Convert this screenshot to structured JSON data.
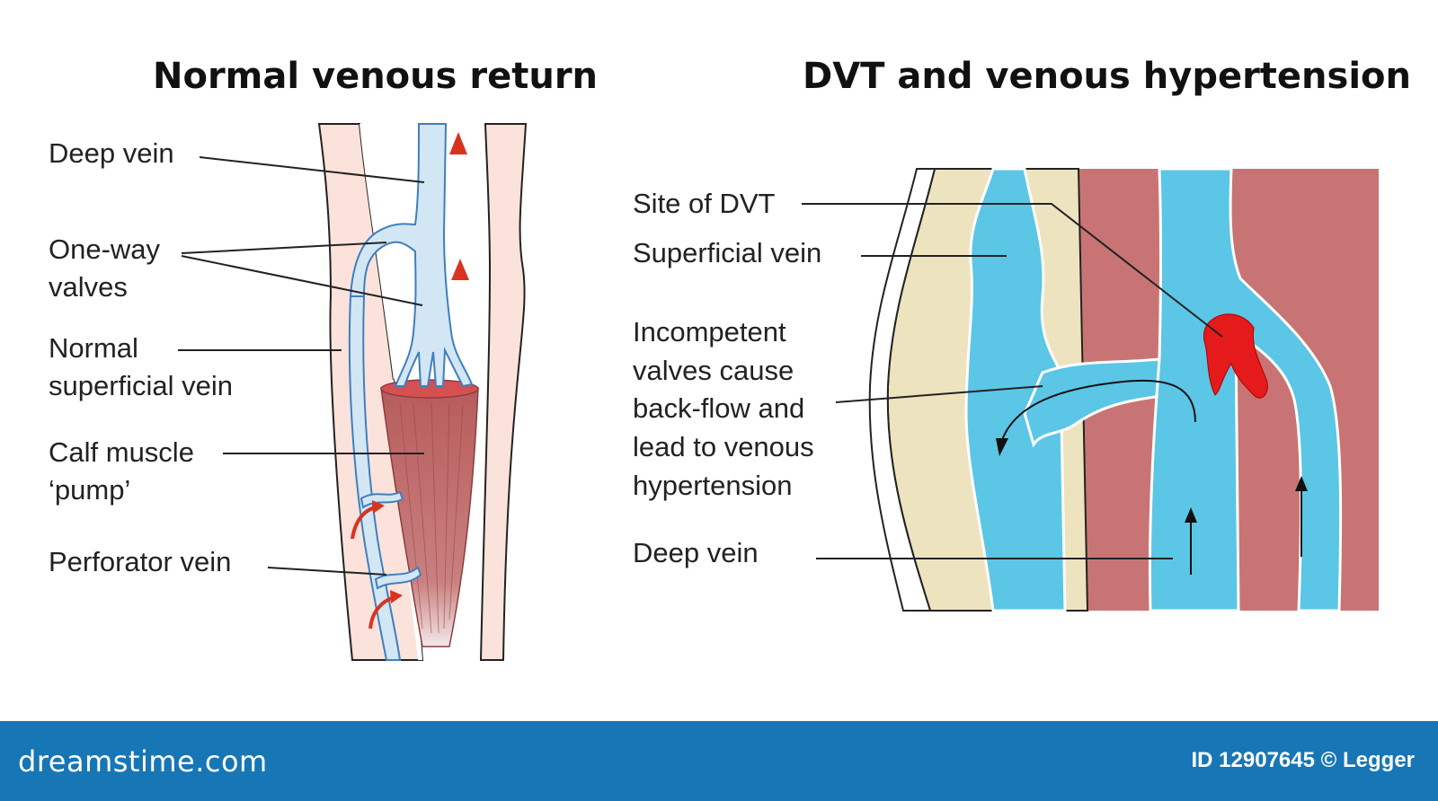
{
  "left_panel": {
    "title": "Normal venous return",
    "labels": {
      "deep_vein": "Deep vein",
      "one_way_valves_1": "One-way",
      "one_way_valves_2": "valves",
      "normal_superficial_vein_1": "Normal",
      "normal_superficial_vein_2": "superficial vein",
      "calf_muscle_pump_1": "Calf muscle",
      "calf_muscle_pump_2": "‘pump’",
      "perforator_vein": "Perforator vein"
    }
  },
  "right_panel": {
    "title": "DVT and venous hypertension",
    "labels": {
      "site_of_dvt": "Site of DVT",
      "superficial_vein": "Superficial vein",
      "incompetent_1": "Incompetent",
      "incompetent_2": "valves cause",
      "incompetent_3": "back-flow and",
      "incompetent_4": "lead to venous",
      "incompetent_5": "hypertension",
      "deep_vein": "Deep vein"
    }
  },
  "footer": {
    "brand": "dreamstime.com",
    "credit": "ID 12907645 © Legger"
  },
  "colors": {
    "skin": "#fbe3dc",
    "skin_outline": "#222222",
    "vein_light": "#d3e6f4",
    "vein_outline": "#3f7fbf",
    "vein_bright": "#5bc6e6",
    "fat": "#ede3bf",
    "muscle": "#c97474",
    "clot": "#e51a1a",
    "arrow_red": "#d9331f",
    "footer": "#1776b5"
  }
}
